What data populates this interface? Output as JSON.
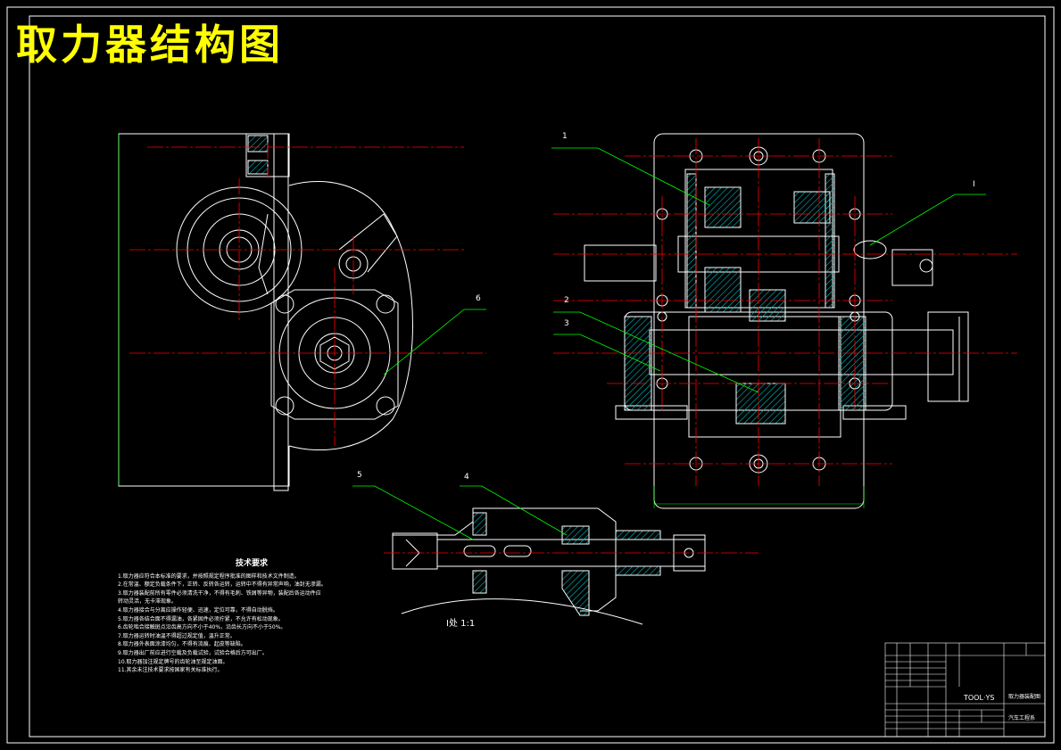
{
  "title": "取力器结构图",
  "technical_requirements": {
    "heading": "技术要求",
    "lines": [
      "1.取力器应符合本标准的要求，并按照规定程序批准的图样和技术文件制造。",
      "2.在常温、额定负载条件下，正转、反转各运转，运转中不得有异常声响，油封无渗漏。",
      "3.取力器装配前所有零件必须清洗干净，不得有毛刺、铁屑等异物，装配后各运动件应",
      "  转动灵活，无卡滞现象。",
      "4.取力器接合与分离应操作轻便、迅速，定位可靠，不得自动脱挡。",
      "5.取力器各结合面不得漏油，各紧固件必须拧紧，不允许有松动现象。",
      "6.齿轮啮合接触斑点沿齿高方向不小于40%，沿齿长方向不小于50%。",
      "7.取力器运转时油温不得超过规定值，温升正常。",
      "8.取力器外表面涂漆均匀，不得有流痕、起皮等缺陷。",
      "9.取力器出厂前应进行空载及负载试验，试验合格后方可出厂。",
      "10.取力器加注规定牌号的齿轮油至规定油面。",
      "11.其余未注技术要求按国家有关标准执行。"
    ]
  },
  "view_label": "I处 1:1",
  "callouts": [
    "1",
    "I",
    "2",
    "3",
    "6",
    "5",
    "4"
  ],
  "title_block": {
    "model": "TOOL·YS",
    "name": "取力器装配图",
    "school": "汽车工程系"
  },
  "colors": {
    "outline": "#ffffff",
    "center_line": "#ff0000",
    "leader": "#00ff00",
    "hatch": "#00c0c0",
    "title": "#ffff00"
  }
}
